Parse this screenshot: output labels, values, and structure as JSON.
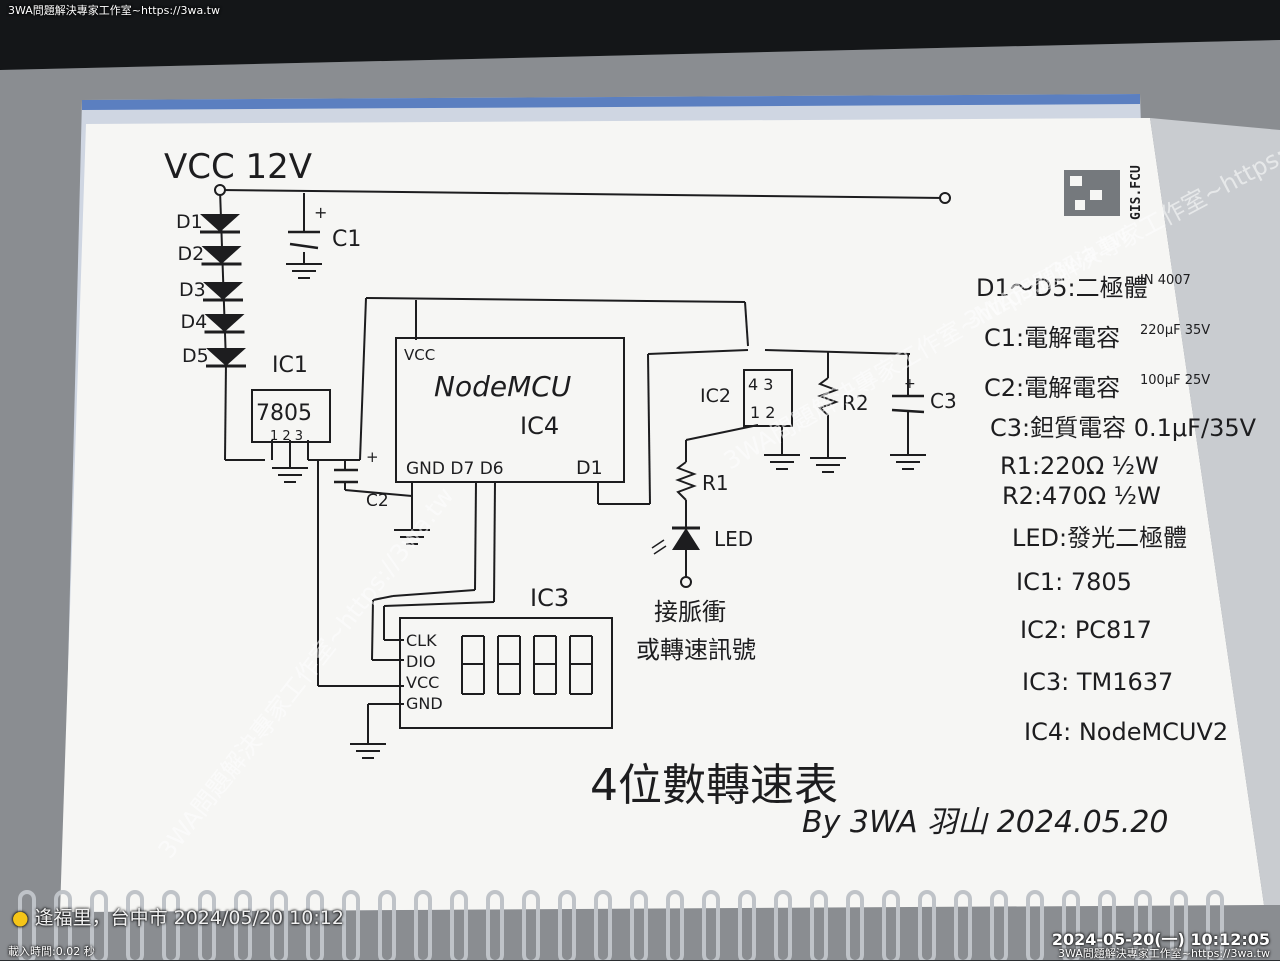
{
  "photo": {
    "top_caption": "3WA問題解決專家工作室~https://3wa.tw",
    "location_stamp": "逢福里，台中市  2024/05/20 10:12",
    "load_time": "載入時間:0.02 秒",
    "date_stamp": "2024-05-20(一) 10:12:05",
    "bottom_caption": "3WA問題解決專家工作室~https://3wa.tw",
    "watermark": "3WA問題解決專家工作室~https://3wa.tw",
    "corner_logo_text": "GIS.FCU"
  },
  "schematic": {
    "vcc_label": "VCC 12V",
    "diodes": [
      "D1",
      "D2",
      "D3",
      "D4",
      "D5"
    ],
    "c1_label": "C1",
    "c2_label": "C2",
    "c3_label": "C3",
    "plus": "+",
    "ic1": {
      "label": "IC1",
      "part": "7805",
      "pins": "1 2 3"
    },
    "ic4": {
      "vcc": "VCC",
      "name": "NodeMCU",
      "label": "IC4",
      "gnd_pins": "GND D7 D6",
      "d1": "D1"
    },
    "ic2": {
      "label": "IC2",
      "pins_top": "4 3",
      "pins_bottom": "1 2"
    },
    "r1_label": "R1",
    "r2_label": "R2",
    "led_label": "LED",
    "pulse_note_1": "接脈衝",
    "pulse_note_2": "或轉速訊號",
    "ic3": {
      "label": "IC3",
      "pins": [
        "CLK",
        "DIO",
        "VCC",
        "GND"
      ]
    },
    "title": "4位數轉速表",
    "byline": "By 3WA 羽山  2024.05.20"
  },
  "parts_list": [
    {
      "text": "D1～D5:二極體",
      "sup": "IN 4007"
    },
    {
      "text": "C1:電解電容",
      "sup": "220μF 35V"
    },
    {
      "text": "C2:電解電容",
      "sup": "100μF 25V"
    },
    {
      "text": "C3:鉭質電容 0.1μF/35V",
      "sup": ""
    },
    {
      "text": "R1:220Ω ½W",
      "sup": ""
    },
    {
      "text": "R2:470Ω ½W",
      "sup": ""
    },
    {
      "text": "LED:發光二極體",
      "sup": ""
    },
    {
      "text": "IC1: 7805",
      "sup": ""
    },
    {
      "text": "IC2: PC817",
      "sup": ""
    },
    {
      "text": "IC3: TM1637",
      "sup": ""
    },
    {
      "text": "IC4: NodeMCUV2",
      "sup": ""
    }
  ],
  "colors": {
    "ink": "#1d1d1f",
    "paper": "#f7f7f5",
    "desk": "#2a2d30",
    "watermark": "#ffffff"
  }
}
